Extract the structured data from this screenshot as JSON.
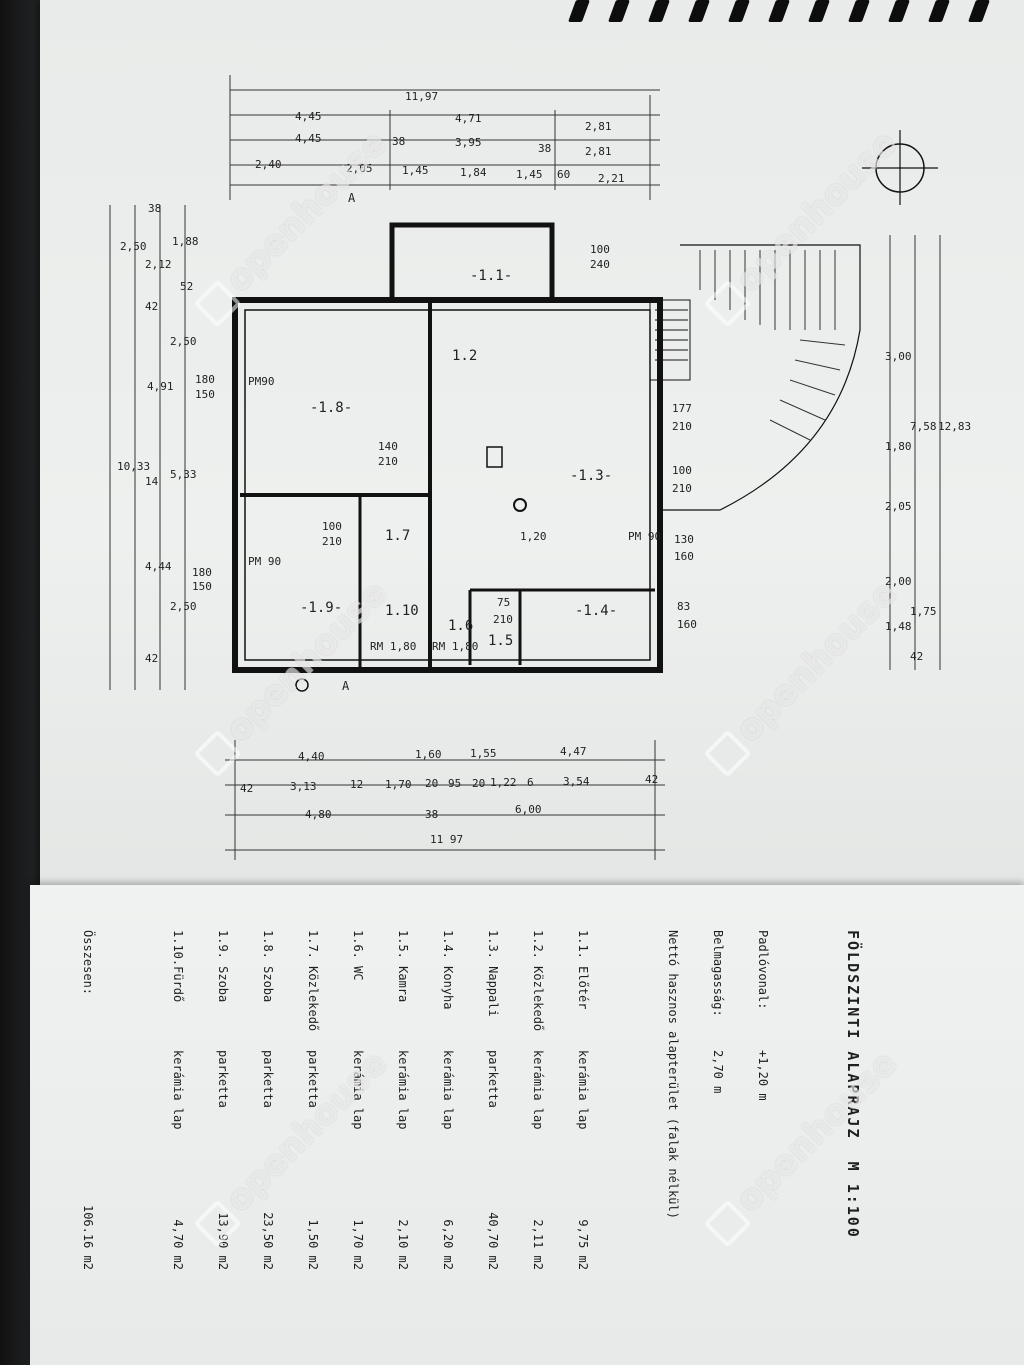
{
  "watermark": "openhouse",
  "plan": {
    "section_marker": "A",
    "rooms": [
      "-1.8-",
      "-1.3-",
      "-1.9-",
      "-1.4-",
      "-1.1-",
      "1.2",
      "1.6",
      "1.5",
      "1.7",
      "1.10"
    ],
    "dims_top": [
      "11,97",
      "4,45",
      "4,71",
      "4,45",
      "38",
      "3,95",
      "38",
      "2,81",
      "2,81",
      "2,40",
      "2,05",
      "1,45",
      "1,84",
      "1,45",
      "60",
      "2,21"
    ],
    "dims_bottom": [
      "4,40",
      "1,60",
      "1,55",
      "4,47",
      "3,13",
      "12",
      "1,70",
      "20",
      "95",
      "20",
      "1,22",
      "6",
      "3,54",
      "42",
      "42",
      "4,80",
      "38",
      "6,00",
      "11 97"
    ],
    "dims_left": [
      "38",
      "1,88",
      "2,50",
      "2,12",
      "52",
      "2,50",
      "42",
      "4,91",
      "10,33",
      "5,33",
      "4,44",
      "2,50",
      "14",
      "42"
    ],
    "dims_right": [
      "12,83",
      "7,58",
      "3,00",
      "1,80",
      "2,05",
      "2,00",
      "1,75",
      "1,48",
      "42"
    ],
    "openings": [
      "180",
      "150",
      "PM90",
      "140",
      "210",
      "100",
      "210",
      "PM 90",
      "180",
      "150",
      "177",
      "210",
      "100",
      "210",
      "130",
      "160",
      "83",
      "160",
      "PM 90",
      "1,20",
      "100",
      "240",
      "RM 1,80",
      "RM 1,80",
      "75",
      "210"
    ]
  },
  "legend": {
    "title": "FÖLDSZINTI ALAPRAJZ  M 1:100",
    "floor_line_label": "Padlóvonal:",
    "floor_line_value": "+1,20 m",
    "height_label": "Belmagasság:",
    "height_value": "2,70 m",
    "net_area_label": "Nettó hasznos alapterület (falak nélkül)",
    "rooms": [
      {
        "no": "1.1. Előtér",
        "floor": "kerámia lap",
        "area": "9,75 m2"
      },
      {
        "no": "1.2. Közlekedő",
        "floor": "kerámia lap",
        "area": "2,11 m2"
      },
      {
        "no": "1.3. Nappali",
        "floor": "parketta",
        "area": "40,70 m2"
      },
      {
        "no": "1.4. Konyha",
        "floor": "kerámia lap",
        "area": "6,20 m2"
      },
      {
        "no": "1.5. Kamra",
        "floor": "kerámia lap",
        "area": "2,10 m2"
      },
      {
        "no": "1.6. WC",
        "floor": "kerámia lap",
        "area": "1,70 m2"
      },
      {
        "no": "1.7. Közlekedő",
        "floor": "parketta",
        "area": "1,50 m2"
      },
      {
        "no": "1.8. Szoba",
        "floor": "parketta",
        "area": "23,50 m2"
      },
      {
        "no": "1.9. Szoba",
        "floor": "parketta",
        "area": "13,90 m2"
      },
      {
        "no": "1.10.Fürdő",
        "floor": "kerámia lap",
        "area": "4,70 m2"
      }
    ],
    "total_label": "Összesen:",
    "total_value": "106.16 m2"
  }
}
